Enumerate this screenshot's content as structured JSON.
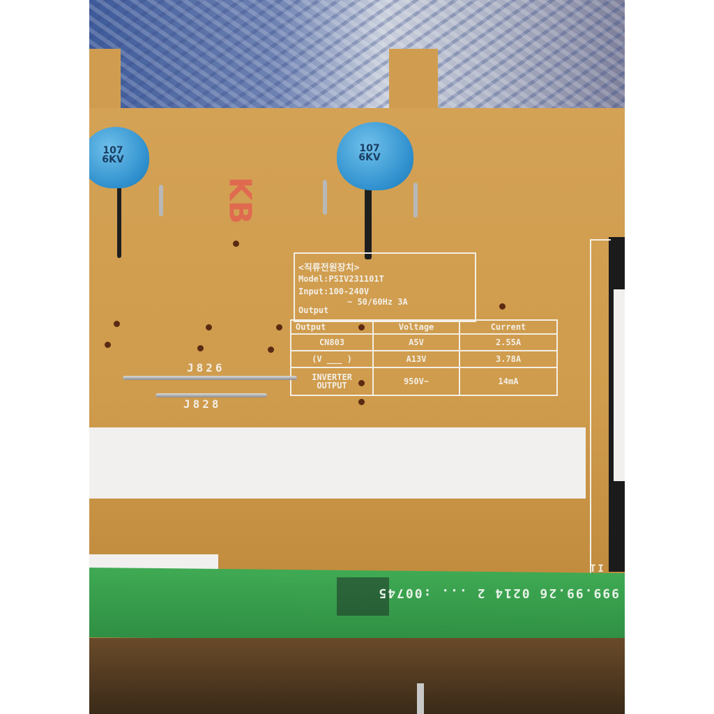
{
  "board": {
    "kb_mark": "KB",
    "capacitor_left_text": [
      "107",
      "6KV"
    ],
    "capacitor_right_text": [
      "107",
      "6KV"
    ],
    "label": {
      "title": "<직류전원장치>",
      "model": "Model:PSIV231101T",
      "input": "Input:100-240V",
      "input_freq": "~ 50/60Hz 3A",
      "output": "Output"
    },
    "table": {
      "headers": [
        "Output",
        "Voltage",
        "Current"
      ],
      "rows": [
        {
          "output": "CN803",
          "voltage": "A5V",
          "current": "2.55A"
        },
        {
          "output": "(V ___ )",
          "voltage": "A13V",
          "current": "3.78A"
        },
        {
          "output": "INVERTER OUTPUT",
          "voltage": "950V~",
          "current": "14mA"
        }
      ]
    },
    "jumpers": [
      "J826",
      "J828"
    ],
    "corner_text": "TI"
  },
  "green_pcb": {
    "text_upside_down": "999.99.26   0214 2 ... :00745"
  }
}
